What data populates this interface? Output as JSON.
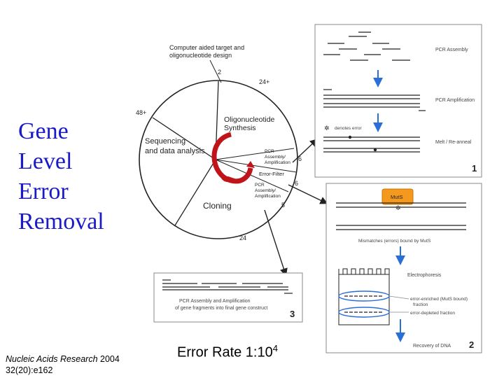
{
  "title_lines": [
    "Gene",
    "Level",
    "Error",
    "Removal"
  ],
  "citation": {
    "journal": "Nucleic Acids Research",
    "year": "2004",
    "volume": "32(20):e162"
  },
  "error_rate": {
    "label": "Error Rate 1:10",
    "exponent": "4"
  },
  "cycle": {
    "top_label_1": "Computer aided target and",
    "top_label_2": "oligonucleotide design",
    "sector_synthesis_1": "Oligonucleotide",
    "sector_synthesis_2": "Synthesis",
    "sector_sequencing_1": "Sequencing",
    "sector_sequencing_2": "and data analysis",
    "sector_cloning": "Cloning",
    "inner_pcr_1": "PCR",
    "inner_pcr_2": "Assembly/",
    "inner_pcr_3": "Amplification",
    "inner_filter": "Error-Filter",
    "inner_pcr2_1": "PCR",
    "inner_pcr2_2": "Assembly/",
    "inner_pcr2_3": "Amplification",
    "time_2": "2",
    "time_24_top": "24+",
    "time_48": "48+",
    "time_6a": "6",
    "time_6b": "6",
    "time_5": "5",
    "time_24_bottom": "24"
  },
  "panel1": {
    "label_assembly": "PCR Assembly",
    "label_amplification": "PCR Amplification",
    "label_denotes": "denotes error",
    "label_melt": "Melt / Re-anneal",
    "number": "1"
  },
  "panel2": {
    "muts": "MutS",
    "label_mismatches": "Mismatches (errors) bound by MutS",
    "label_electrophoresis": "Electrophoresis",
    "label_enriched_1": "error-enriched (MutS bound)",
    "label_enriched_2": "fraction",
    "label_depleted": "error-depleted fraction",
    "label_recovery": "Recovery of DNA",
    "number": "2"
  },
  "panel3": {
    "caption_1": "PCR Assembly and Amplification",
    "caption_2": "of gene fragments into final gene construct",
    "number": "3"
  }
}
